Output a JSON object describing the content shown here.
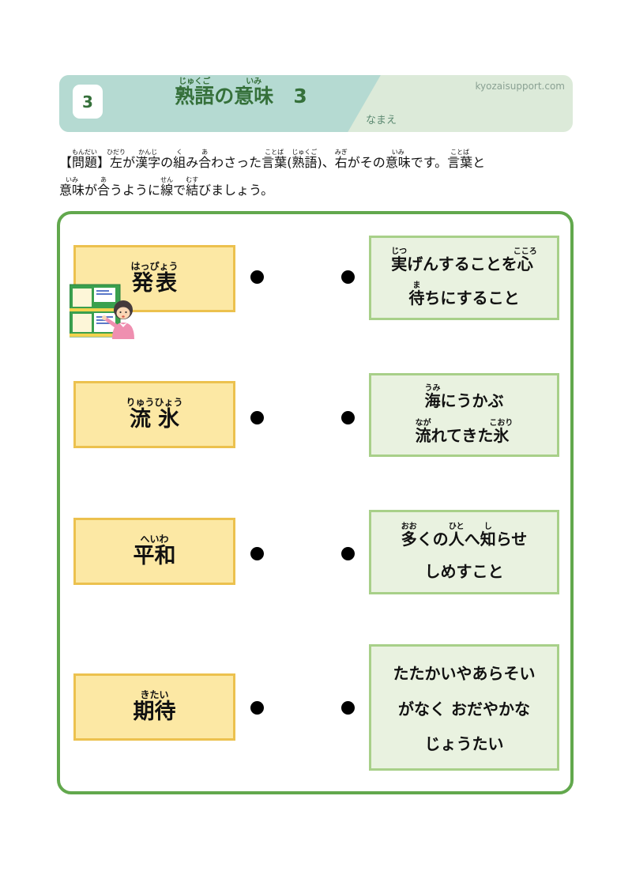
{
  "header": {
    "number": "3",
    "title_ruby": [
      {
        "text": "熟語",
        "ruby": "じゅくご"
      },
      {
        "text": "の"
      },
      {
        "text": "意味",
        "ruby": "いみ"
      },
      {
        "text": "　3"
      }
    ],
    "name_label": "なまえ",
    "website": "kyozaisupport.com"
  },
  "problem": {
    "line1": [
      {
        "text": "【"
      },
      {
        "text": "問題",
        "ruby": "もんだい"
      },
      {
        "text": "】"
      },
      {
        "text": "左",
        "ruby": "ひだり"
      },
      {
        "text": "が"
      },
      {
        "text": "漢字",
        "ruby": "かんじ"
      },
      {
        "text": "の"
      },
      {
        "text": "組",
        "ruby": "く"
      },
      {
        "text": "み"
      },
      {
        "text": "合",
        "ruby": "あ"
      },
      {
        "text": "わさった"
      },
      {
        "text": "言葉",
        "ruby": "ことば"
      },
      {
        "text": "("
      },
      {
        "text": "熟語",
        "ruby": "じゅくご"
      },
      {
        "text": ")、"
      },
      {
        "text": "右",
        "ruby": "みぎ"
      },
      {
        "text": "がその"
      },
      {
        "text": "意味",
        "ruby": "いみ"
      },
      {
        "text": "です。"
      },
      {
        "text": "言葉",
        "ruby": "ことば"
      },
      {
        "text": "と"
      }
    ],
    "line2": [
      {
        "text": "意味",
        "ruby": "いみ"
      },
      {
        "text": "が"
      },
      {
        "text": "合",
        "ruby": "あ"
      },
      {
        "text": "うように"
      },
      {
        "text": "線",
        "ruby": "せん"
      },
      {
        "text": "で"
      },
      {
        "text": "結",
        "ruby": "むす"
      },
      {
        "text": "びましょう。"
      }
    ]
  },
  "rows": [
    {
      "word": [
        {
          "text": "発表",
          "ruby": "はっぴょう"
        }
      ],
      "meaning_lines": [
        [
          {
            "text": "実",
            "ruby": "じつ"
          },
          {
            "text": "げんすることを"
          },
          {
            "text": "心",
            "ruby": "こころ"
          }
        ],
        [
          {
            "text": "待",
            "ruby": "ま"
          },
          {
            "text": "ちにすること"
          }
        ]
      ]
    },
    {
      "word": [
        {
          "text": "流氷",
          "ruby": "りゅうひょう"
        }
      ],
      "meaning_lines": [
        [
          {
            "text": "海",
            "ruby": "うみ"
          },
          {
            "text": "にうかぶ"
          }
        ],
        [
          {
            "text": "流",
            "ruby": "なが"
          },
          {
            "text": "れてきた"
          },
          {
            "text": "氷",
            "ruby": "こおり"
          }
        ]
      ]
    },
    {
      "word": [
        {
          "text": "平和",
          "ruby": "へいわ"
        }
      ],
      "meaning_lines": [
        [
          {
            "text": "多",
            "ruby": "おお"
          },
          {
            "text": "くの"
          },
          {
            "text": "人",
            "ruby": "ひと"
          },
          {
            "text": "へ"
          },
          {
            "text": "知",
            "ruby": "し"
          },
          {
            "text": "らせ"
          }
        ],
        [
          {
            "text": "しめすこと"
          }
        ]
      ]
    },
    {
      "word": [
        {
          "text": "期待",
          "ruby": "きたい"
        }
      ],
      "meaning_lines": [
        [
          {
            "text": "たたかいやあらそい"
          }
        ],
        [
          {
            "text": "がなく おだやかな"
          }
        ],
        [
          {
            "text": "じょうたい"
          }
        ]
      ]
    }
  ],
  "illustration": {
    "name": "teacher-pointing-at-bulletin-board"
  },
  "colors": {
    "header_teal": "#b5dad2",
    "header_light_green": "#dcead9",
    "title_green": "#35703a",
    "frame_border_green": "#62a84d",
    "word_card_fill": "#fce8a4",
    "word_card_border": "#ecc14e",
    "meaning_card_fill": "#e9f2e0",
    "meaning_card_border": "#a8d089",
    "dot": "#000000"
  }
}
